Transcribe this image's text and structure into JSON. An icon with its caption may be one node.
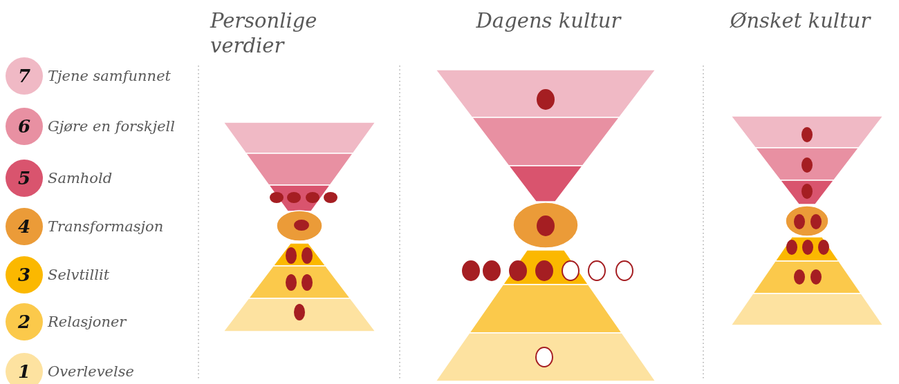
{
  "diagram": {
    "labels": [
      "Personlige verdier",
      "Dagens kultur",
      "Ønsket kultur",
      "7",
      "6",
      "5",
      "4",
      "3",
      "2",
      "1"
    ],
    "legend": [
      {
        "text": "Tjene samfunnet",
        "color": "#f0b9c5"
      },
      {
        "text": "Gjøre en forskjell",
        "color": "#e890a2"
      },
      {
        "text": "Samhold",
        "color": "#d9546e"
      },
      {
        "text": "Transformasjon",
        "color": "#eb9b38"
      },
      {
        "text": "Selvtillit",
        "color": "#fbb800"
      },
      {
        "text": "Relasjoner",
        "color": "#fbc94b"
      },
      {
        "text": "Overlevelse",
        "color": "#fde2a0"
      }
    ]
  }
}
